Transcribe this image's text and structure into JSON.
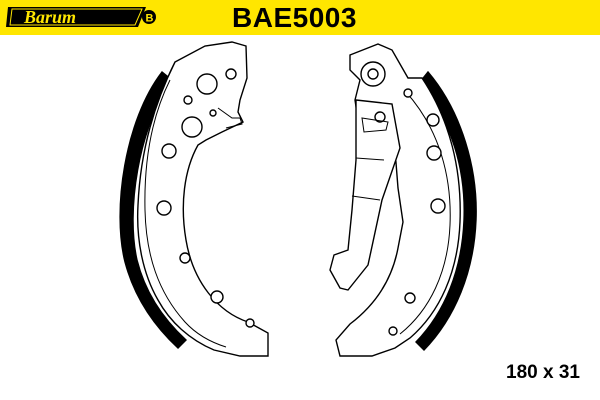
{
  "header": {
    "brand": "Barum",
    "part_number": "BAE5003",
    "background_color": "#ffe600"
  },
  "footer": {
    "dimensions": "180 x 31"
  },
  "drawing": {
    "subject": "brake shoe set (2 shoes)",
    "line_color": "#000000",
    "lining_color": "#000000"
  }
}
